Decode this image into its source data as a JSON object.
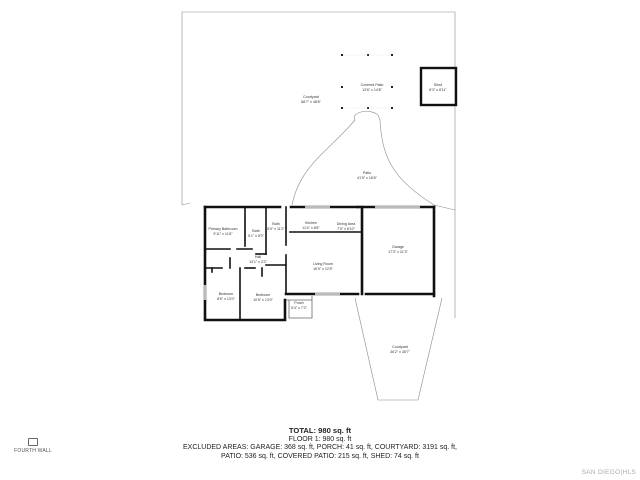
{
  "rooms": {
    "courtyard_top": {
      "name": "Courtyard",
      "dim": "68'7\" x 48'8\""
    },
    "covered_patio": {
      "name": "Covered Patio",
      "dim": "13'6\" x 14'8\""
    },
    "shed": {
      "name": "Shed",
      "dim": "8'3\" x 8'11\""
    },
    "patio": {
      "name": "Patio",
      "dim": "41'5\" x 16'6\""
    },
    "primary_bathroom": {
      "name": "Primary Bathroom",
      "dim": "9'11\" x 11'8\""
    },
    "bath_small": {
      "name": "Bath",
      "dim": "5'1\" x 5'0\""
    },
    "bath": {
      "name": "Bath",
      "dim": "6'0\" x 11'2\""
    },
    "kitchen": {
      "name": "Kitchen",
      "dim": "11'4\" x 8'8\""
    },
    "dining": {
      "name": "Dining Area",
      "dim": "7'5\" x 8'10\""
    },
    "hall": {
      "name": "Hall",
      "dim": "14'1\" x 3'2\""
    },
    "living": {
      "name": "Living Room",
      "dim": "16'9\" x 12'5\""
    },
    "garage": {
      "name": "Garage",
      "dim": "17'3\" x 21'3\""
    },
    "bedroom1": {
      "name": "Bedroom",
      "dim": "8'6\" x 13'0\""
    },
    "bedroom2": {
      "name": "Bedroom",
      "dim": "10'6\" x 13'0\""
    },
    "porch": {
      "name": "Porch",
      "dim": "5'4\" x 7'2\""
    },
    "courtyard_bottom": {
      "name": "Courtyard",
      "dim": "36'2\" x 38'7\""
    }
  },
  "summary": {
    "total": "TOTAL: 980 sq. ft",
    "floor": "FLOOR 1: 980 sq. ft",
    "excluded_1": "EXCLUDED AREAS: GARAGE: 368 sq. ft, PORCH: 41 sq. ft, COURTYARD: 3191 sq. ft,",
    "excluded_2": "PATIO: 536 sq. ft, COVERED PATIO: 215 sq. ft, SHED: 74 sq. ft"
  },
  "logo": {
    "text": "FOURTH WALL"
  },
  "watermark": "SAN DIEGO|HLS"
}
